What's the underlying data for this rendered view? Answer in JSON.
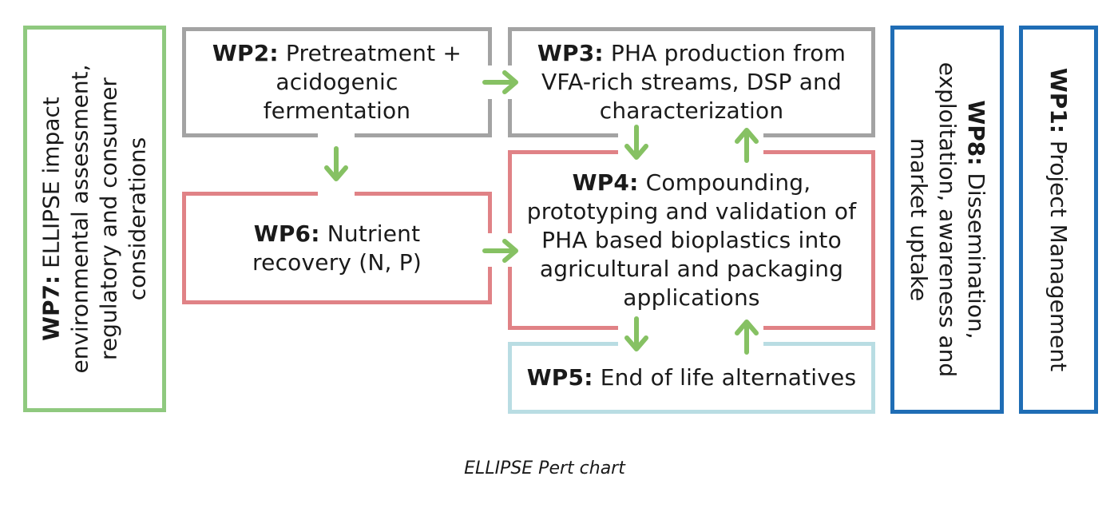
{
  "colors": {
    "gray": "#a3a3a3",
    "red": "#e08286",
    "green": "#8fc97f",
    "lightblue": "#b9dde3",
    "blue": "#1f6db5",
    "arrow": "#86c163"
  },
  "wp7": {
    "bold": "WP7:",
    "lines": [
      "ELLIPSE impact",
      "environmental assessment,",
      "regulatory and consumer",
      "considerations"
    ]
  },
  "wp2": {
    "bold": "WP2:",
    "line1": "Pretreatment +",
    "line2": "acidogenic",
    "line3": "fermentation"
  },
  "wp3": {
    "bold": "WP3:",
    "line1": "PHA production from",
    "line2": "VFA-rich streams, DSP and",
    "line3": "characterization"
  },
  "wp6": {
    "bold": "WP6:",
    "line1": "Nutrient",
    "line2": "recovery (N, P)"
  },
  "wp4": {
    "bold": "WP4:",
    "line1": "Compounding,",
    "line2": "prototyping and validation of",
    "line3": "PHA based bioplastics into",
    "line4": "agricultural and packaging",
    "line5": "applications"
  },
  "wp5": {
    "bold": "WP5:",
    "line1": "End of life alternatives"
  },
  "wp8": {
    "bold": "WP8:",
    "lines": [
      "Dissemination,",
      "exploitation, awareness and",
      "market uptake"
    ]
  },
  "wp1": {
    "bold": "WP1:",
    "line1": "Project Management"
  },
  "caption": "ELLIPSE Pert chart"
}
